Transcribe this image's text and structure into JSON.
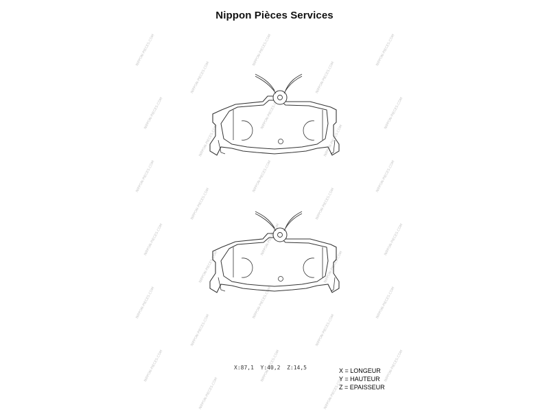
{
  "title": "Nippon Pièces Services",
  "watermark_text": "NIPPON-PIECES.COM",
  "dimensions": {
    "x": "X:87,1",
    "y": "Y:40,2",
    "z": "Z:14,5"
  },
  "legend": [
    "X = LONGEUR",
    "Y = HAUTEUR",
    "Z = EPAISSEUR"
  ],
  "colors": {
    "line": "#333333",
    "background": "#ffffff",
    "watermark": "#c9c9c9"
  }
}
